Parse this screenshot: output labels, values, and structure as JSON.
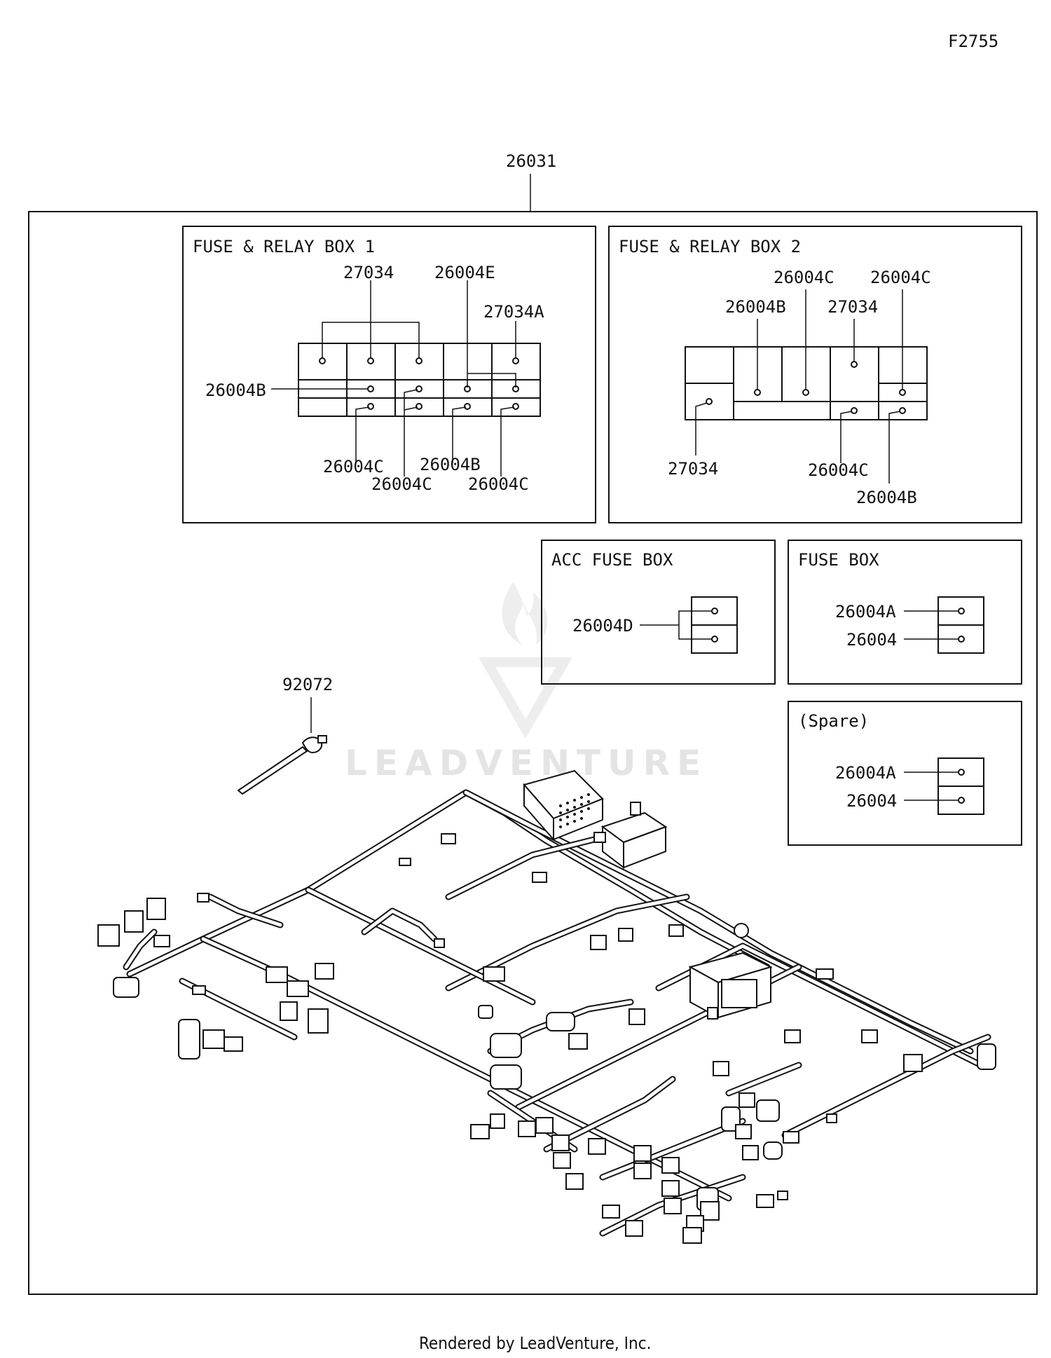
{
  "figure_id": "F2755",
  "main_part": "26031",
  "panels": {
    "box1": {
      "title": "FUSE & RELAY BOX 1",
      "labels": [
        "27034",
        "26004E",
        "27034A",
        "26004B",
        "26004C",
        "26004C",
        "26004B",
        "26004C"
      ]
    },
    "box2": {
      "title": "FUSE & RELAY BOX 2",
      "labels": [
        "26004C",
        "26004C",
        "26004B",
        "27034",
        "27034",
        "26004C",
        "26004B"
      ]
    },
    "acc": {
      "title": "ACC FUSE BOX",
      "labels": [
        "26004D"
      ]
    },
    "fuse": {
      "title": "FUSE BOX",
      "labels": [
        "26004A",
        "26004"
      ]
    },
    "spare": {
      "title": "(Spare)",
      "labels": [
        "26004A",
        "26004"
      ]
    }
  },
  "cable_tie": "92072",
  "watermark": "LEADVENTURE",
  "footer": "Rendered by LeadVenture, Inc."
}
